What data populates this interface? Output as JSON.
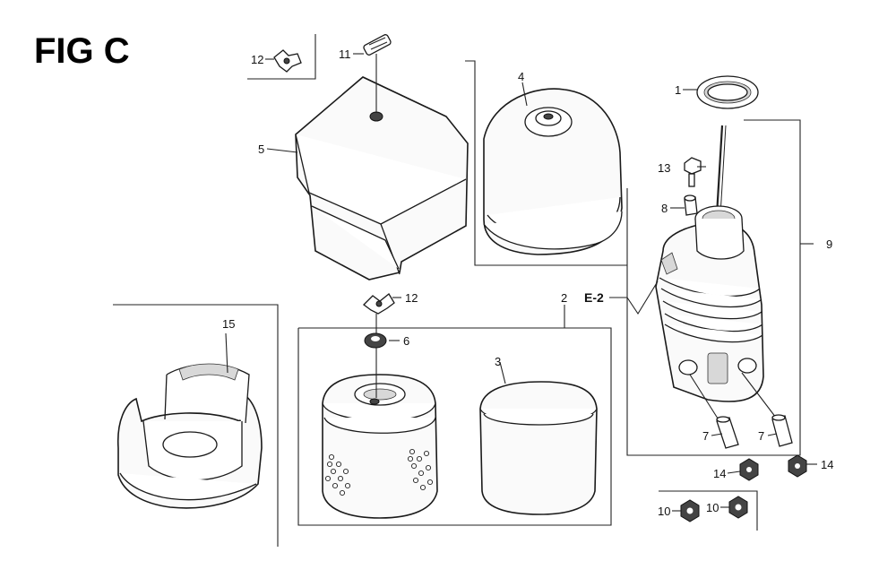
{
  "figure": {
    "title": "FIG C"
  },
  "callouts": {
    "p1": "1",
    "p2": "2",
    "p3": "3",
    "p4": "4",
    "p5": "5",
    "p6": "6",
    "p7a": "7",
    "p7b": "7",
    "p8": "8",
    "p9": "9",
    "p10a": "10",
    "p10b": "10",
    "p11": "11",
    "p12a": "12",
    "p12b": "12",
    "p13": "13",
    "p14a": "14",
    "p14b": "14",
    "p15": "15"
  },
  "reference": {
    "label": "E-2"
  }
}
